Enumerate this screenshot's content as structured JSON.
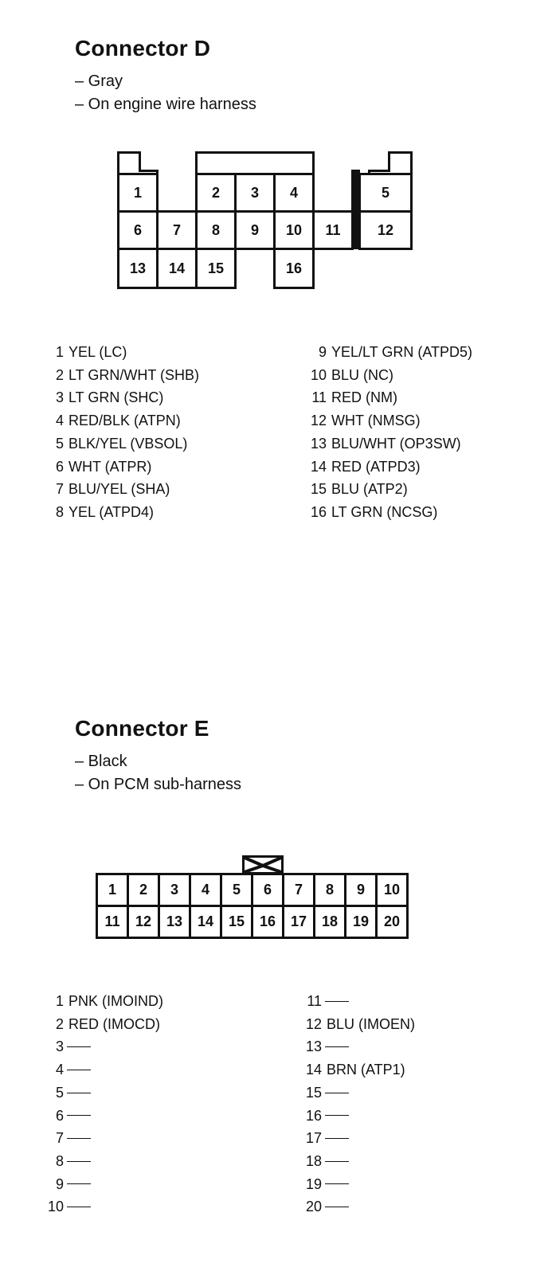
{
  "connector_d": {
    "title": "Connector D",
    "details": [
      "– Gray",
      "– On engine wire harness"
    ],
    "cells": [
      {
        "n": "1"
      },
      {
        "n": "2"
      },
      {
        "n": "3"
      },
      {
        "n": "4"
      },
      {
        "n": "5"
      },
      {
        "n": "6"
      },
      {
        "n": "7"
      },
      {
        "n": "8"
      },
      {
        "n": "9"
      },
      {
        "n": "10"
      },
      {
        "n": "11"
      },
      {
        "n": "12"
      },
      {
        "n": "13"
      },
      {
        "n": "14"
      },
      {
        "n": "15"
      },
      {
        "n": "16"
      }
    ],
    "pins_left": [
      {
        "num": "1",
        "desc": "YEL (LC)"
      },
      {
        "num": "2",
        "desc": "LT GRN/WHT (SHB)"
      },
      {
        "num": "3",
        "desc": "LT GRN (SHC)"
      },
      {
        "num": "4",
        "desc": "RED/BLK (ATPN)"
      },
      {
        "num": "5",
        "desc": "BLK/YEL (VBSOL)"
      },
      {
        "num": "6",
        "desc": "WHT (ATPR)"
      },
      {
        "num": "7",
        "desc": "BLU/YEL (SHA)"
      },
      {
        "num": "8",
        "desc": "YEL (ATPD4)"
      }
    ],
    "pins_right": [
      {
        "num": "9",
        "desc": "YEL/LT GRN (ATPD5)"
      },
      {
        "num": "10",
        "desc": "BLU (NC)"
      },
      {
        "num": "11",
        "desc": "RED (NM)"
      },
      {
        "num": "12",
        "desc": "WHT (NMSG)"
      },
      {
        "num": "13",
        "desc": "BLU/WHT (OP3SW)"
      },
      {
        "num": "14",
        "desc": "RED (ATPD3)"
      },
      {
        "num": "15",
        "desc": "BLU (ATP2)"
      },
      {
        "num": "16",
        "desc": "LT GRN (NCSG)"
      }
    ]
  },
  "connector_e": {
    "title": "Connector E",
    "details": [
      "– Black",
      "– On PCM sub-harness"
    ],
    "cells": [
      "1",
      "2",
      "3",
      "4",
      "5",
      "6",
      "7",
      "8",
      "9",
      "10",
      "11",
      "12",
      "13",
      "14",
      "15",
      "16",
      "17",
      "18",
      "19",
      "20"
    ],
    "pins_left": [
      {
        "num": "1",
        "desc": "PNK (IMOIND)"
      },
      {
        "num": "2",
        "desc": "RED (IMOCD)"
      },
      {
        "num": "3",
        "desc": ""
      },
      {
        "num": "4",
        "desc": ""
      },
      {
        "num": "5",
        "desc": ""
      },
      {
        "num": "6",
        "desc": ""
      },
      {
        "num": "7",
        "desc": ""
      },
      {
        "num": "8",
        "desc": ""
      },
      {
        "num": "9",
        "desc": ""
      },
      {
        "num": "10",
        "desc": ""
      }
    ],
    "pins_right": [
      {
        "num": "11",
        "desc": ""
      },
      {
        "num": "12",
        "desc": "BLU (IMOEN)"
      },
      {
        "num": "13",
        "desc": ""
      },
      {
        "num": "14",
        "desc": "BRN (ATP1)"
      },
      {
        "num": "15",
        "desc": ""
      },
      {
        "num": "16",
        "desc": ""
      },
      {
        "num": "17",
        "desc": ""
      },
      {
        "num": "18",
        "desc": ""
      },
      {
        "num": "19",
        "desc": ""
      },
      {
        "num": "20",
        "desc": ""
      }
    ]
  }
}
